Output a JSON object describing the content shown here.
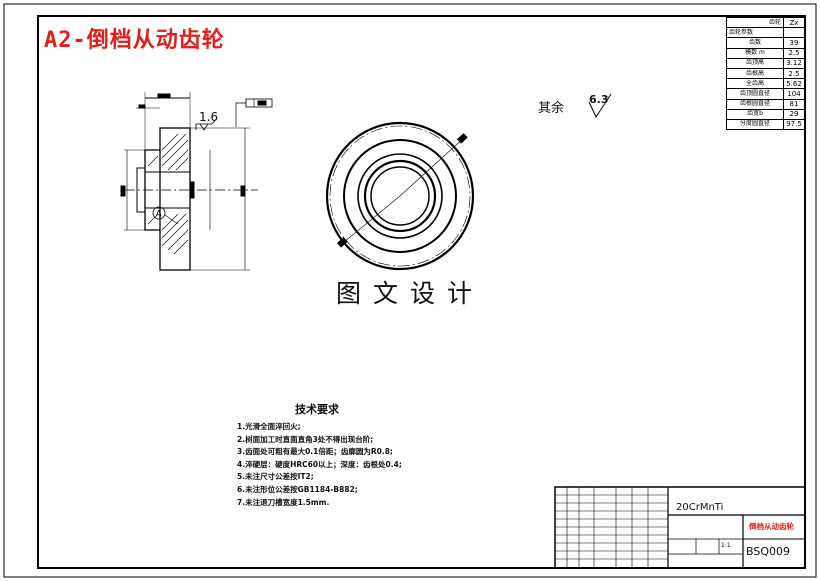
{
  "title": "A2-倒档从动齿轮",
  "watermark": "图文设计",
  "surface_finish": {
    "rest_label": "其余",
    "rest_value": "6.3",
    "face_value": "1.6"
  },
  "tech_requirements": {
    "heading": "技术要求",
    "items": [
      "1.光滑全面淬回火;",
      "2.树面加工时直面直角3处不得出现台阶;",
      "3.齿面处可粗有最大0.1倍距；齿廓圆为R0.8;",
      "4.淬硬层：硬度HRC60以上；深度：齿根处0.4;",
      "5.未注尺寸公差按IT2;",
      "6.未注形位公差按GB1184-B882;",
      "7.未注退刀槽宽度1.5mm."
    ]
  },
  "gear_params": {
    "header": {
      "label": "齿轮",
      "value": "Zx"
    },
    "rows": [
      {
        "label": "齿轮参数",
        "value": ""
      },
      {
        "label": "齿数",
        "value": "39"
      },
      {
        "label": "模数 m",
        "value": "2.5"
      },
      {
        "label": "齿顶高",
        "value": "3.12"
      },
      {
        "label": "齿根高",
        "value": "2.5"
      },
      {
        "label": "全齿高",
        "value": "5.62"
      },
      {
        "label": "齿顶圆直径",
        "value": "104"
      },
      {
        "label": "齿根圆直径",
        "value": "81"
      },
      {
        "label": "齿宽b",
        "value": "29"
      },
      {
        "label": "分度圆直径",
        "value": "97.5"
      }
    ]
  },
  "title_block": {
    "material": "20CrMnTi",
    "part_name": "倒档从动齿轮",
    "drawing_no": "BSQ009",
    "scale": "1:1"
  },
  "colors": {
    "title": "#e0201b",
    "line": "#000000"
  }
}
